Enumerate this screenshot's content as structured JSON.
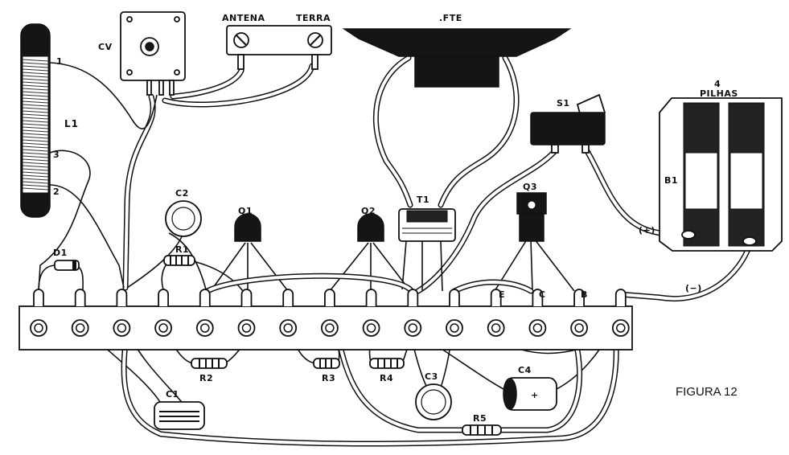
{
  "figure": {
    "caption": "FIGURA 12"
  },
  "labels": {
    "cv": "CV",
    "antena": "ANTENA",
    "terra": "TERRA",
    "fte": ".FTE",
    "s1": "S1",
    "battery_count": "4",
    "battery_name": "PILHAS",
    "b1": "B1",
    "plus": "(+)",
    "minus": "(−)",
    "l1": "L1",
    "coil_tap_1": "1",
    "coil_tap_3": "3",
    "coil_tap_2": "2",
    "c2": "C2",
    "r1": "R1",
    "d1": "D1",
    "q1": "Q1",
    "q2": "Q2",
    "t1": "T1",
    "q3": "Q3",
    "pin_e": "E",
    "pin_c": "C",
    "pin_b": "B",
    "r2": "R2",
    "r3": "R3",
    "r4": "R4",
    "c1": "C1",
    "c3": "C3",
    "c4": "C4",
    "c4_plus": "+",
    "r5": "R5"
  },
  "terminal_strip": {
    "terminal_count": 15
  }
}
